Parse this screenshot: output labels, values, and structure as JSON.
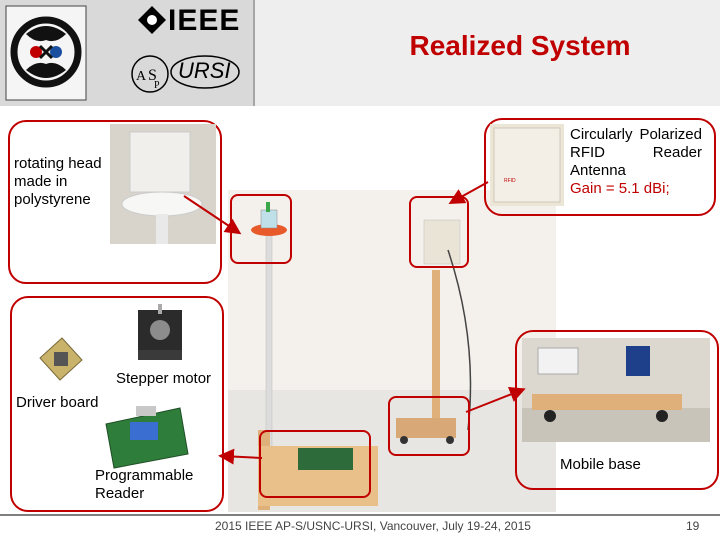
{
  "slide": {
    "title": "Realized System"
  },
  "header": {
    "ieee_logo_text": "IEEE",
    "ursi_logo_text": "URSI",
    "aps_logo_text": "APS"
  },
  "callouts": {
    "rotating_head": "rotating head made in polystyrene",
    "antenna_line1": "Circularly Polarized RFID Reader Antenna",
    "antenna_gain": "Gain = 5.1 dBi;",
    "stepper_motor": "Stepper motor",
    "driver_board": "Driver board",
    "programmable_reader": "Programmable Reader",
    "mobile_base": "Mobile base"
  },
  "footer": {
    "text": "2015 IEEE AP-S/USNC-URSI, Vancouver, July 19-24, 2015",
    "page_number": "19"
  },
  "colors": {
    "accent": "#c00000",
    "header_bg": "#eeeeee",
    "logo_panel": "#d9d9d9"
  }
}
